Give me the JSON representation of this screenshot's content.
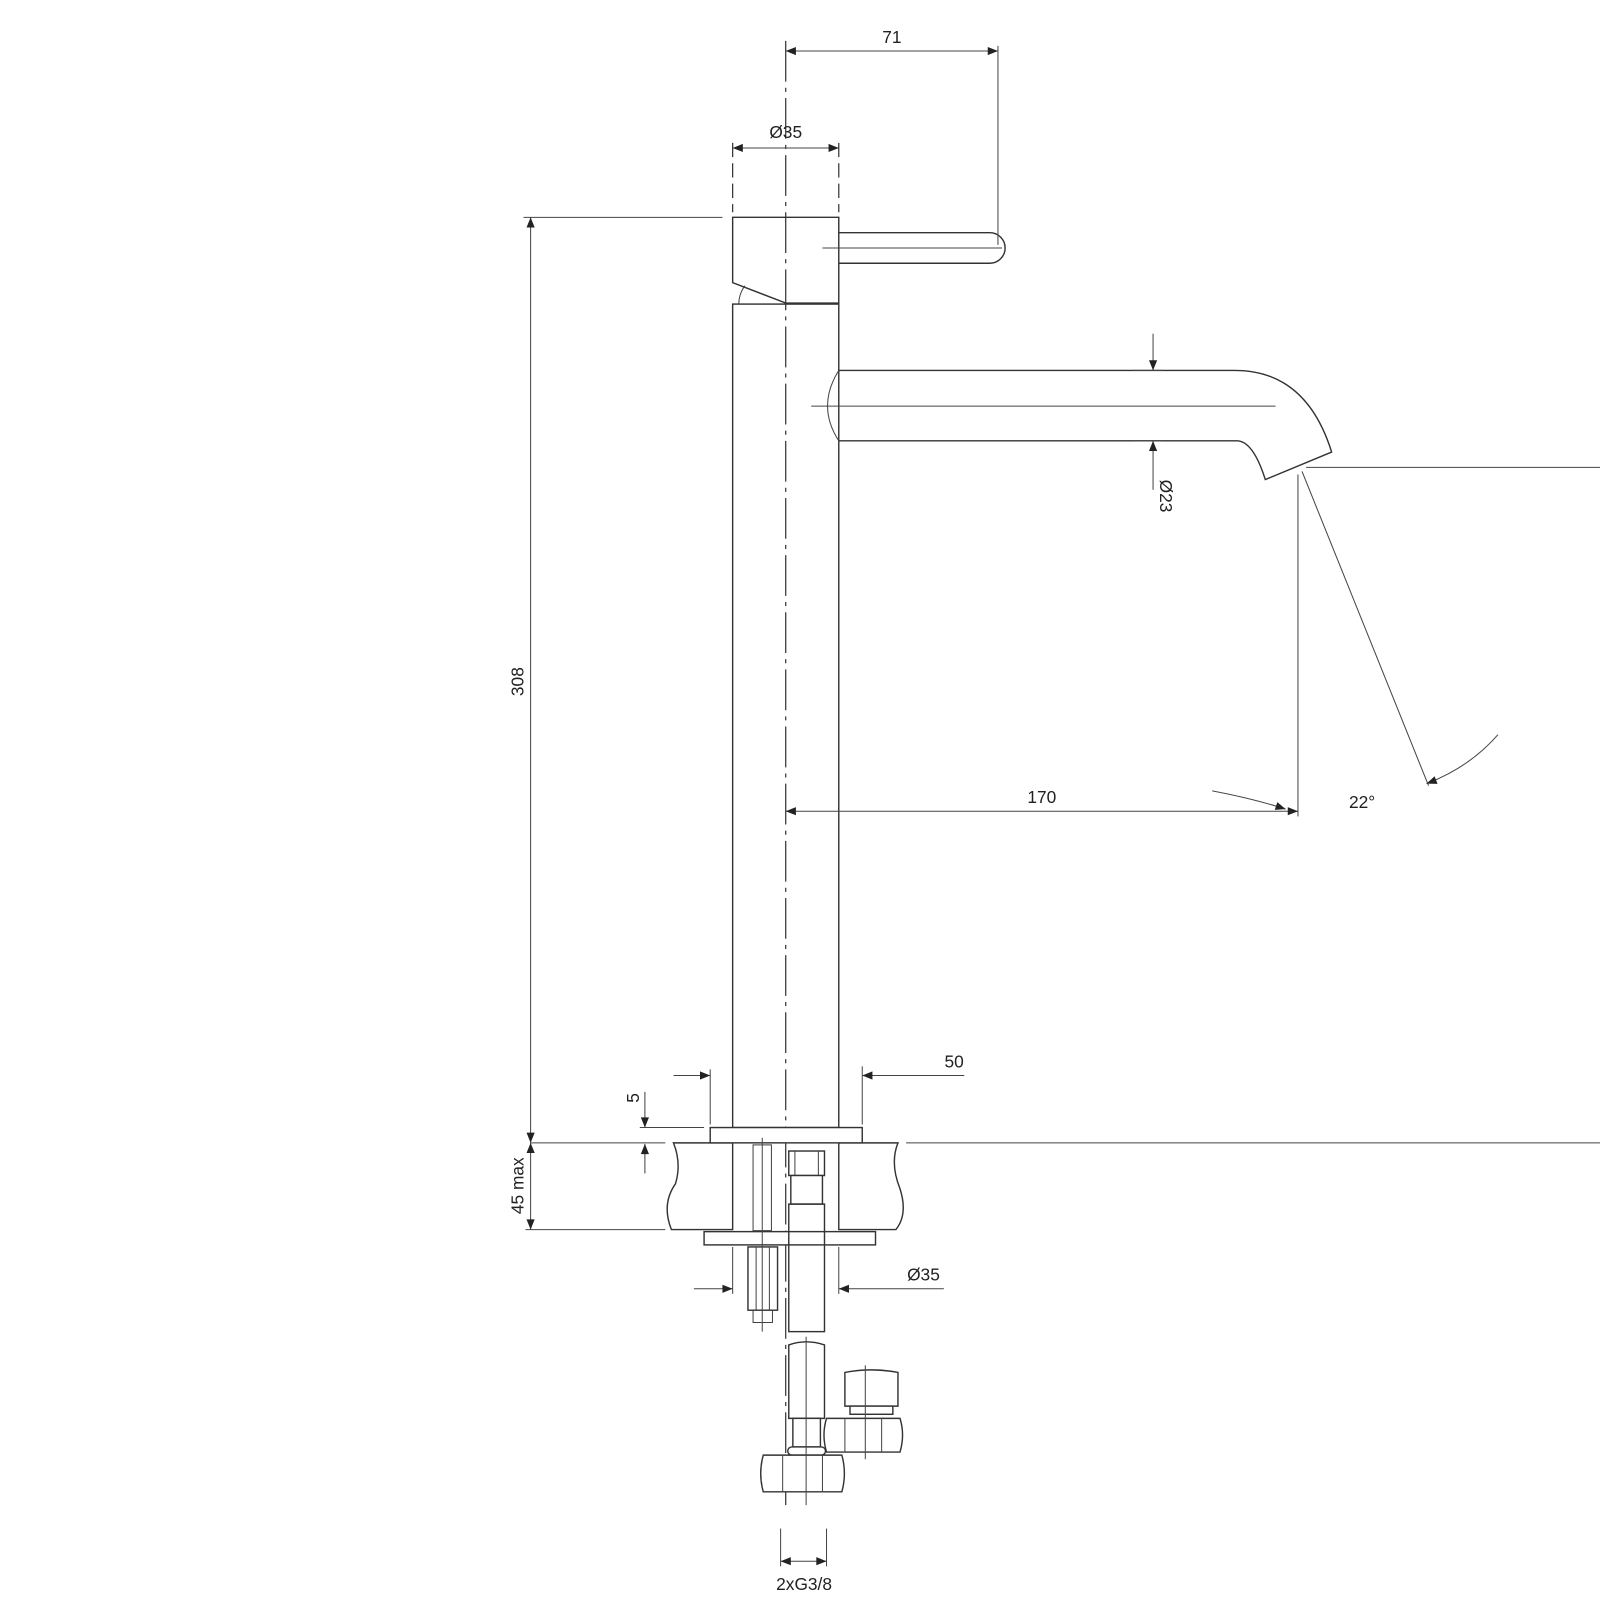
{
  "drawing": {
    "title": "Tall basin mixer technical drawing",
    "dimensions": {
      "lever_reach": "71",
      "top_diameter": "Ø35",
      "height": "308",
      "spout_diameter": "Ø23",
      "spout_reach": "170",
      "spout_angle": "22°",
      "base_diameter": "50",
      "plate_thickness": "5",
      "counter_thickness": "45 max",
      "shank_diameter": "Ø35",
      "connections": "2xG3/8"
    },
    "colors": {
      "line": "#333333",
      "background": "#ffffff"
    }
  }
}
